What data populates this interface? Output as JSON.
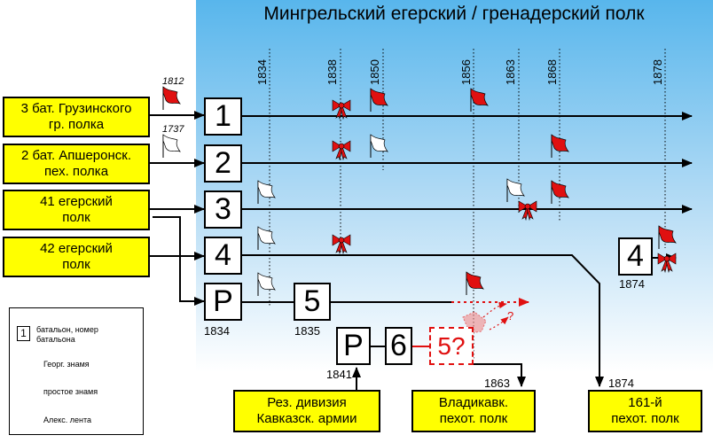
{
  "title": "Мингрельский егерский / гренадерский полк",
  "years": [
    "1834",
    "1838",
    "1850",
    "1856",
    "1863",
    "1868",
    "1878"
  ],
  "sources": {
    "s1": {
      "line1": "3 бат. Грузинского",
      "line2": "гр. полка"
    },
    "s2": {
      "line1": "2 бат. Апшеронск.",
      "line2": "пех. полка"
    },
    "s3": {
      "line1": "41 егерский",
      "line2": "полк"
    },
    "s4": {
      "line1": "42 егерский",
      "line2": "полк"
    }
  },
  "flag_years": {
    "f1": "1812",
    "f2": "1737"
  },
  "battalions": {
    "b1": "1",
    "b2": "2",
    "b3": "3",
    "b4": "4",
    "bp": "Р",
    "b5": "5",
    "bp2": "Р",
    "b6": "6",
    "b5q": "5?",
    "b4b": "4"
  },
  "dates": {
    "p": "1834",
    "b5": "1835",
    "p2": "1841",
    "vlad": "1863",
    "b4end": "1874",
    "b4b": "1874"
  },
  "destinations": {
    "rez": {
      "line1": "Рез. дивизия",
      "line2": "Кавказск. армии"
    },
    "vlad": {
      "line1": "Владикавк.",
      "line2": "пехот. полк"
    },
    "p161": {
      "line1": "161-й",
      "line2": "пехот. полк"
    }
  },
  "question_mark": "?",
  "legend": {
    "battalion_sample": "1",
    "battalion": "батальон, номер батальона",
    "georg": "Георг. знамя",
    "simple": "простое знамя",
    "alex": "Алекс. лента"
  },
  "colors": {
    "accent_red": "#e01010",
    "source_box": "#ffff00",
    "gradient_top": "#58b6ec",
    "gradient_bottom": "#ffffff"
  },
  "icons": [
    "red-flag-icon",
    "white-flag-icon",
    "red-ribbon-icon"
  ]
}
